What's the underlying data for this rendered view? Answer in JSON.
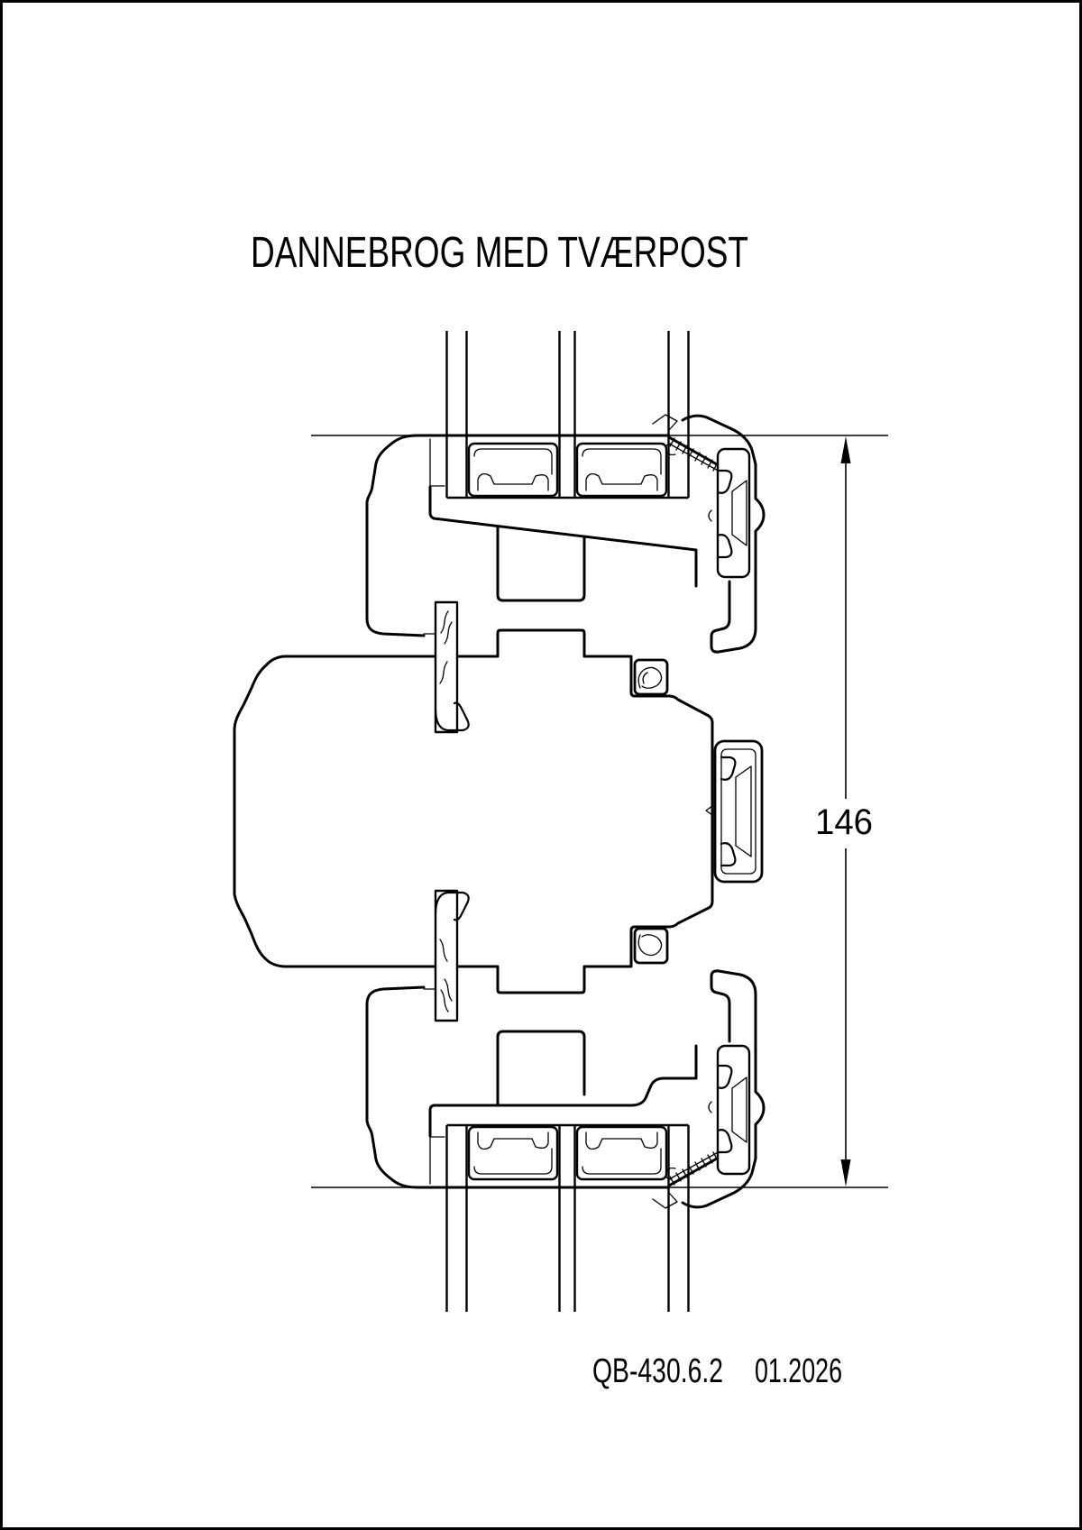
{
  "sheet": {
    "background": "#ffffff",
    "line_color": "#000000"
  },
  "title": {
    "text": "DANNEBROG MED TVÆRPOST"
  },
  "dimension": {
    "value": "146"
  },
  "footer": {
    "doc_code": "QB-430.6.2",
    "date": "01.2026"
  }
}
